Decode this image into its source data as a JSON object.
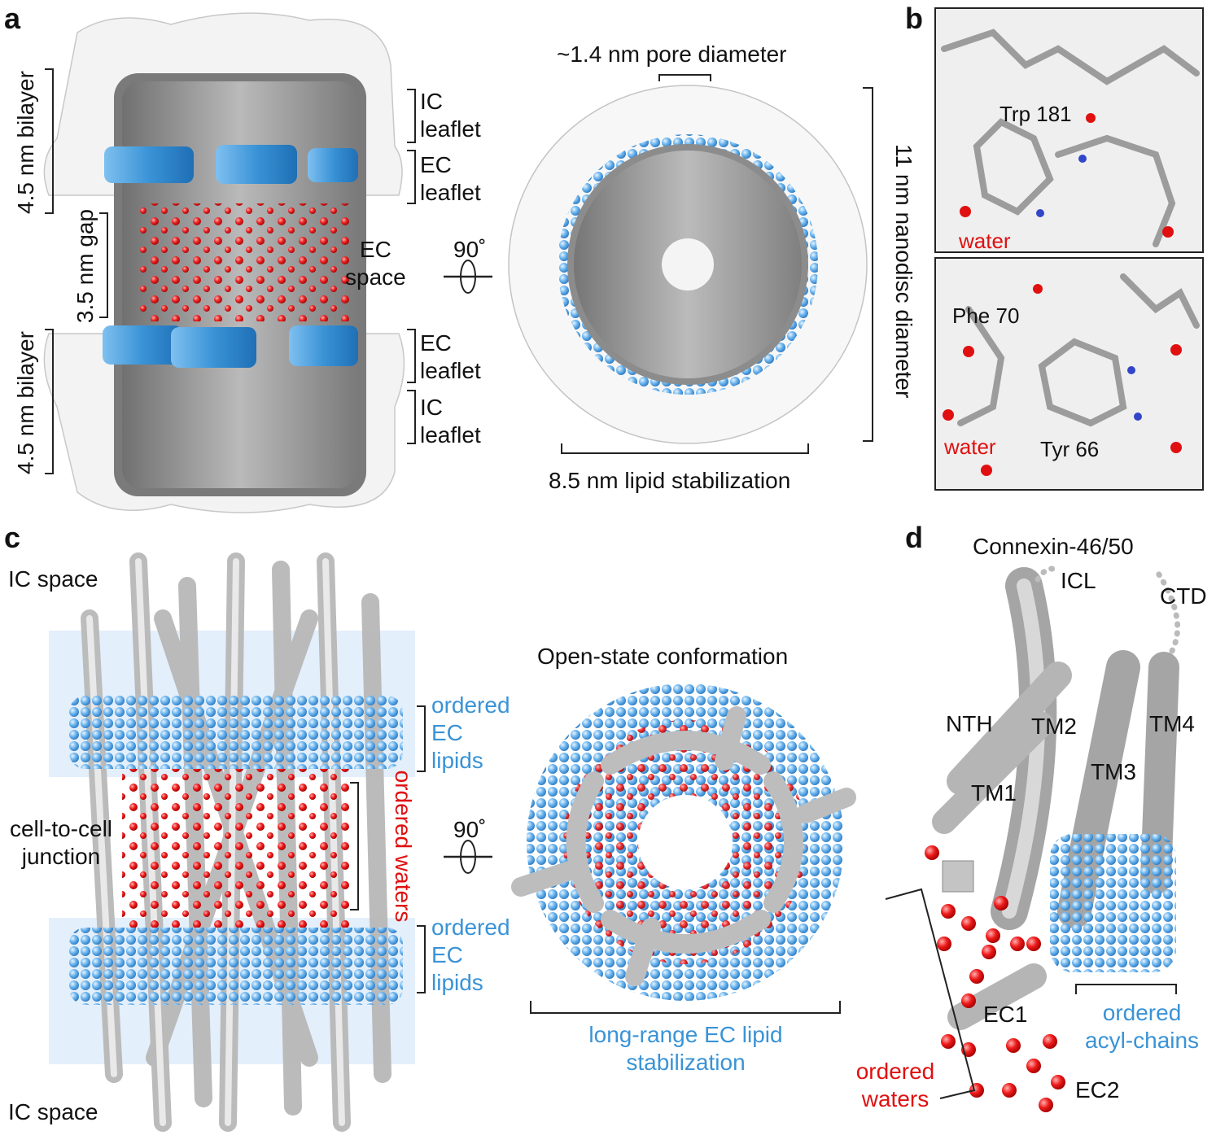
{
  "panels": {
    "a": "a",
    "b": "b",
    "c": "c",
    "d": "d"
  },
  "panel_a": {
    "left_bilayer_top": "4.5 nm bilayer",
    "left_gap": "3.5 nm gap",
    "left_bilayer_bottom": "4.5 nm bilayer",
    "ic_leaflet_top": [
      "IC",
      "leaflet"
    ],
    "ec_leaflet_top": [
      "EC",
      "leaflet"
    ],
    "ec_space": [
      "EC",
      "space"
    ],
    "ec_leaflet_bottom": [
      "EC",
      "leaflet"
    ],
    "ic_leaflet_bottom": [
      "IC",
      "leaflet"
    ],
    "rotation": "90˚",
    "pore": "~1.4 nm pore diameter",
    "nanodisc": "11 nm nanodisc diameter",
    "lipid_stab": "8.5 nm lipid stabilization"
  },
  "panel_b": {
    "top_residue": "Trp 181",
    "top_water": "water",
    "bottom_residue_1": "Phe 70",
    "bottom_water": "water",
    "bottom_residue_2": "Tyr 66"
  },
  "panel_c": {
    "ic_space_top": "IC space",
    "ic_space_bottom": "IC space",
    "junction": [
      "cell-to-cell",
      "junction"
    ],
    "lipids_top": [
      "ordered",
      "EC",
      "lipids"
    ],
    "lipids_bottom": [
      "ordered",
      "EC",
      "lipids"
    ],
    "waters": "ordered waters",
    "rotation": "90˚",
    "open_state": "Open-state conformation",
    "long_range": [
      "long-range EC lipid",
      "stabilization"
    ]
  },
  "panel_d": {
    "title": "Connexin-46/50",
    "icl": "ICL",
    "ctd": "CTD",
    "nth": "NTH",
    "tm1": "TM1",
    "tm2": "TM2",
    "tm3": "TM3",
    "tm4": "TM4",
    "ec1": "EC1",
    "ec2": "EC2",
    "acyl": [
      "ordered",
      "acyl-chains"
    ],
    "waters": [
      "ordered",
      "waters"
    ]
  },
  "colors": {
    "lipid_blue": "#3a93d6",
    "water_red": "#e01010",
    "protein_grey": "#9a9a9a",
    "membrane_band": "#e3effb"
  }
}
